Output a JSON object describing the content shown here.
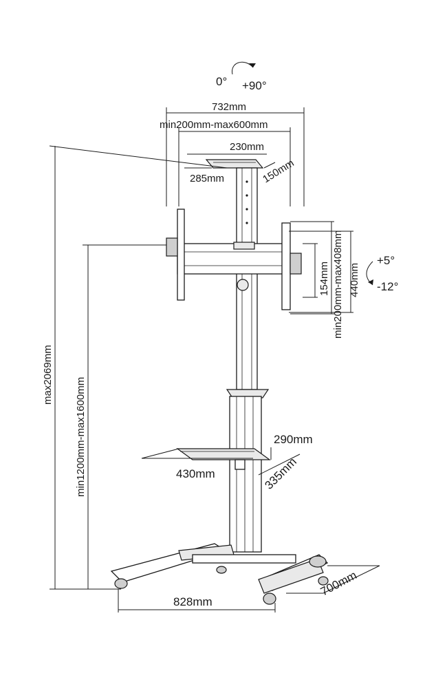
{
  "rotation": {
    "start": "0°",
    "end": "+90°"
  },
  "tilt": {
    "up": "+5°",
    "down": "-12°"
  },
  "dimensions": {
    "width_overall": "732mm",
    "vesa_horizontal": "min200mm-max600mm",
    "plate_width": "230mm",
    "plate_depth": "150mm",
    "plate_length": "285mm",
    "vesa_vertical": "min200mm-max408mm",
    "bracket_height": "440mm",
    "arm_height": "154mm",
    "max_height": "max2069mm",
    "height_range": "min1200mm-max1600mm",
    "shelf_width": "290mm",
    "shelf_depth": "335mm",
    "shelf_length": "430mm",
    "base_width": "828mm",
    "base_depth": "700mm"
  }
}
